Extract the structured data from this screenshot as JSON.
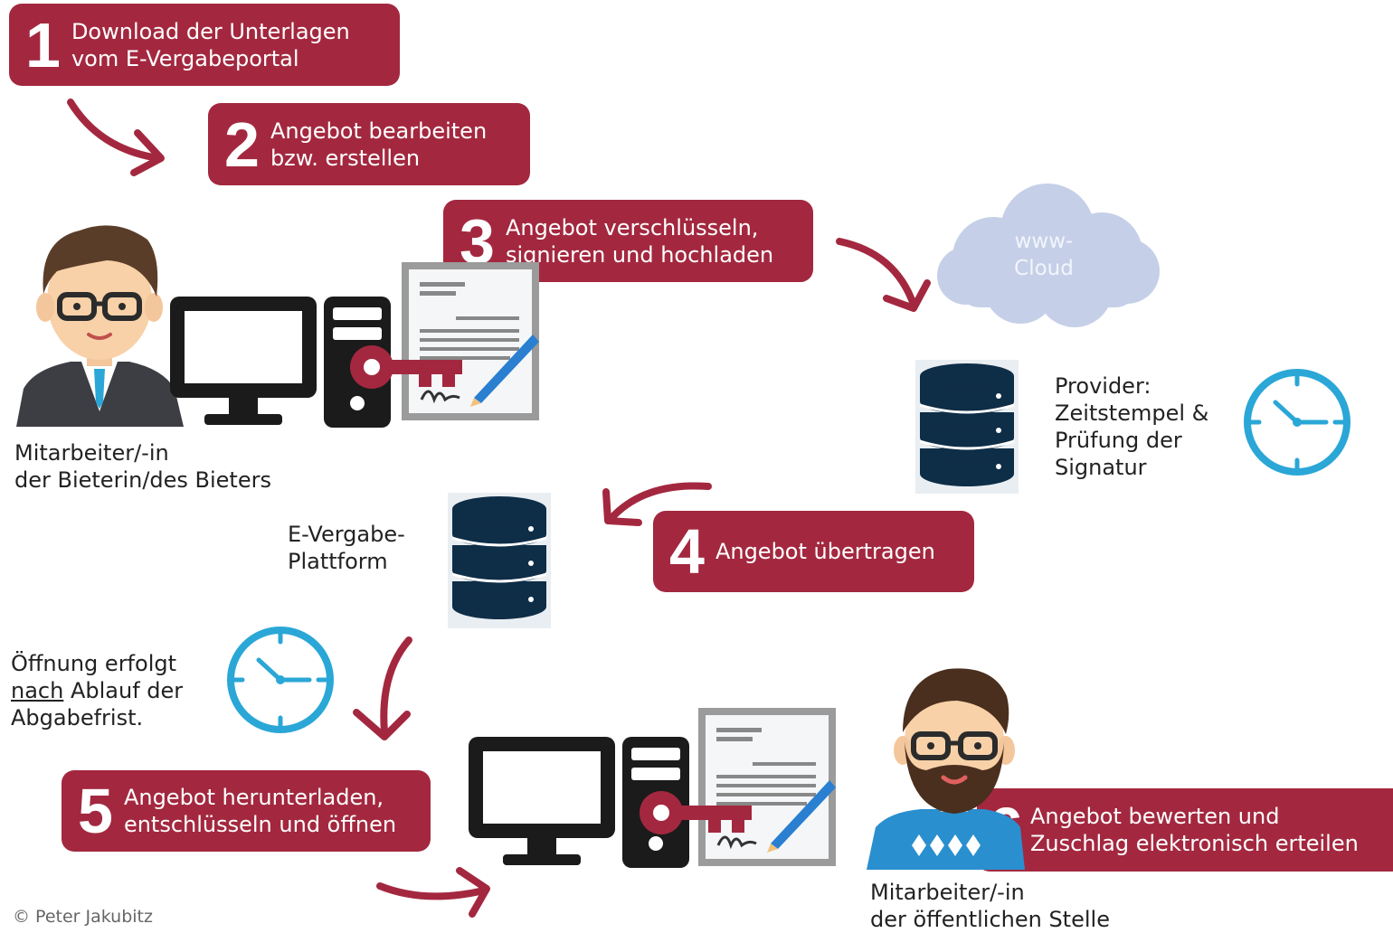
{
  "steps": [
    {
      "number": "1",
      "lines": [
        "Download der Unterlagen",
        "vom E-Vergabeportal"
      ]
    },
    {
      "number": "2",
      "lines": [
        "Angebot bearbeiten",
        "bzw. erstellen"
      ]
    },
    {
      "number": "3",
      "lines": [
        "Angebot verschlüsseln,",
        "signieren und hochladen"
      ]
    },
    {
      "number": "4",
      "lines": [
        "Angebot übertragen"
      ]
    },
    {
      "number": "5",
      "lines": [
        "Angebot herunterladen,",
        "entschlüsseln und öffnen"
      ]
    },
    {
      "number": "6",
      "lines": [
        "Angebot bewerten und",
        "Zuschlag elektronisch erteilen"
      ]
    }
  ],
  "labels": {
    "bidder": [
      "Mitarbeiter/-in",
      "der Bieterin/des Bieters"
    ],
    "cloud": [
      "www-",
      "Cloud"
    ],
    "provider": [
      "Provider:",
      "Zeitstempel &",
      "Prüfung der",
      "Signatur"
    ],
    "platform": [
      "E-Vergabe-",
      "Plattform"
    ],
    "opening": {
      "line1": "Öffnung erfolgt",
      "underlined": "nach",
      "line2_rest": " Ablauf der",
      "line3": "Abgabefrist."
    },
    "authority": [
      "Mitarbeiter/-in",
      "der öffentlichen Stelle"
    ]
  },
  "credit": "© Peter Jakubitz",
  "colors": {
    "accent": "#a3283f",
    "dark_navy": "#0e2d47",
    "clock_blue": "#2aa7d6",
    "cloud": "#c5cfe8"
  },
  "icons": [
    "person-icon",
    "computer-icon",
    "key-icon",
    "document-icon",
    "cloud-icon",
    "database-icon",
    "clock-icon",
    "bearded-person-icon",
    "arrow-icon"
  ]
}
